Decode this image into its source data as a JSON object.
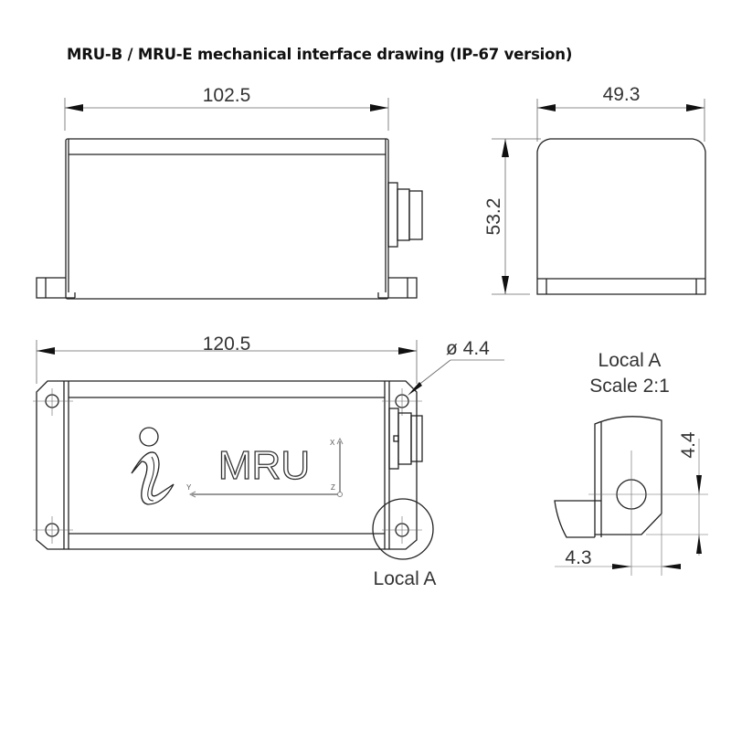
{
  "title": "MRU-B / MRU-E mechanical interface drawing (IP-67 version)",
  "views": {
    "side": {
      "width_dim": "102.5"
    },
    "end": {
      "width_dim": "49.3",
      "height_dim": "53.2"
    },
    "top": {
      "width_dim": "120.5",
      "hole_dim": "ø 4.4",
      "logo_text": "MRU",
      "axes": {
        "x": "X",
        "y": "Y",
        "z": "Z"
      },
      "detail_callout": "Local A"
    },
    "detail": {
      "title_line1": "Local A",
      "title_line2": "Scale 2:1",
      "vertical_dim": "4.4",
      "horizontal_dim": "4.3"
    }
  },
  "colors": {
    "line": "#222222",
    "thin": "#555555",
    "background": "#ffffff"
  }
}
